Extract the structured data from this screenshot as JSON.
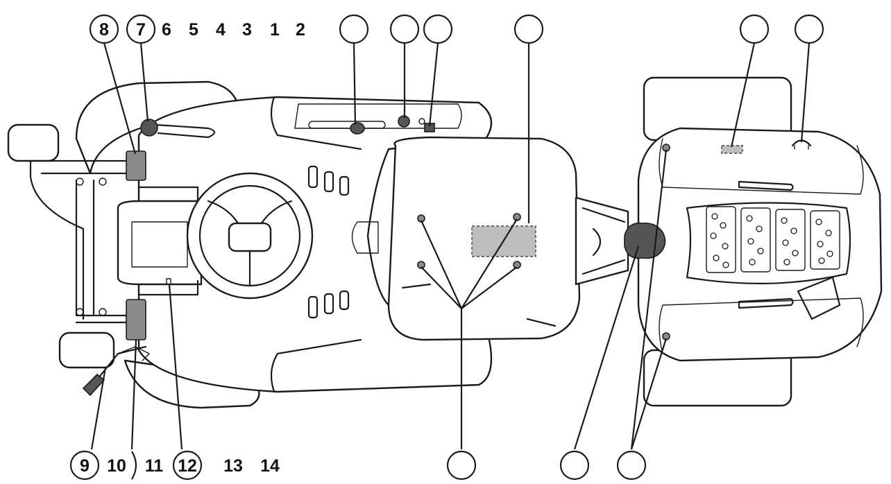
{
  "labels": {
    "top": [
      "8",
      "7",
      "6",
      "5",
      "4",
      "3",
      "1",
      "2"
    ],
    "bottom": [
      "9",
      "10",
      "11",
      "12",
      "13",
      "14"
    ]
  },
  "colors": {
    "line": "#1a1a1a",
    "component_fill": "#8a8a8a",
    "decal_fill": "#bdbdbd"
  }
}
